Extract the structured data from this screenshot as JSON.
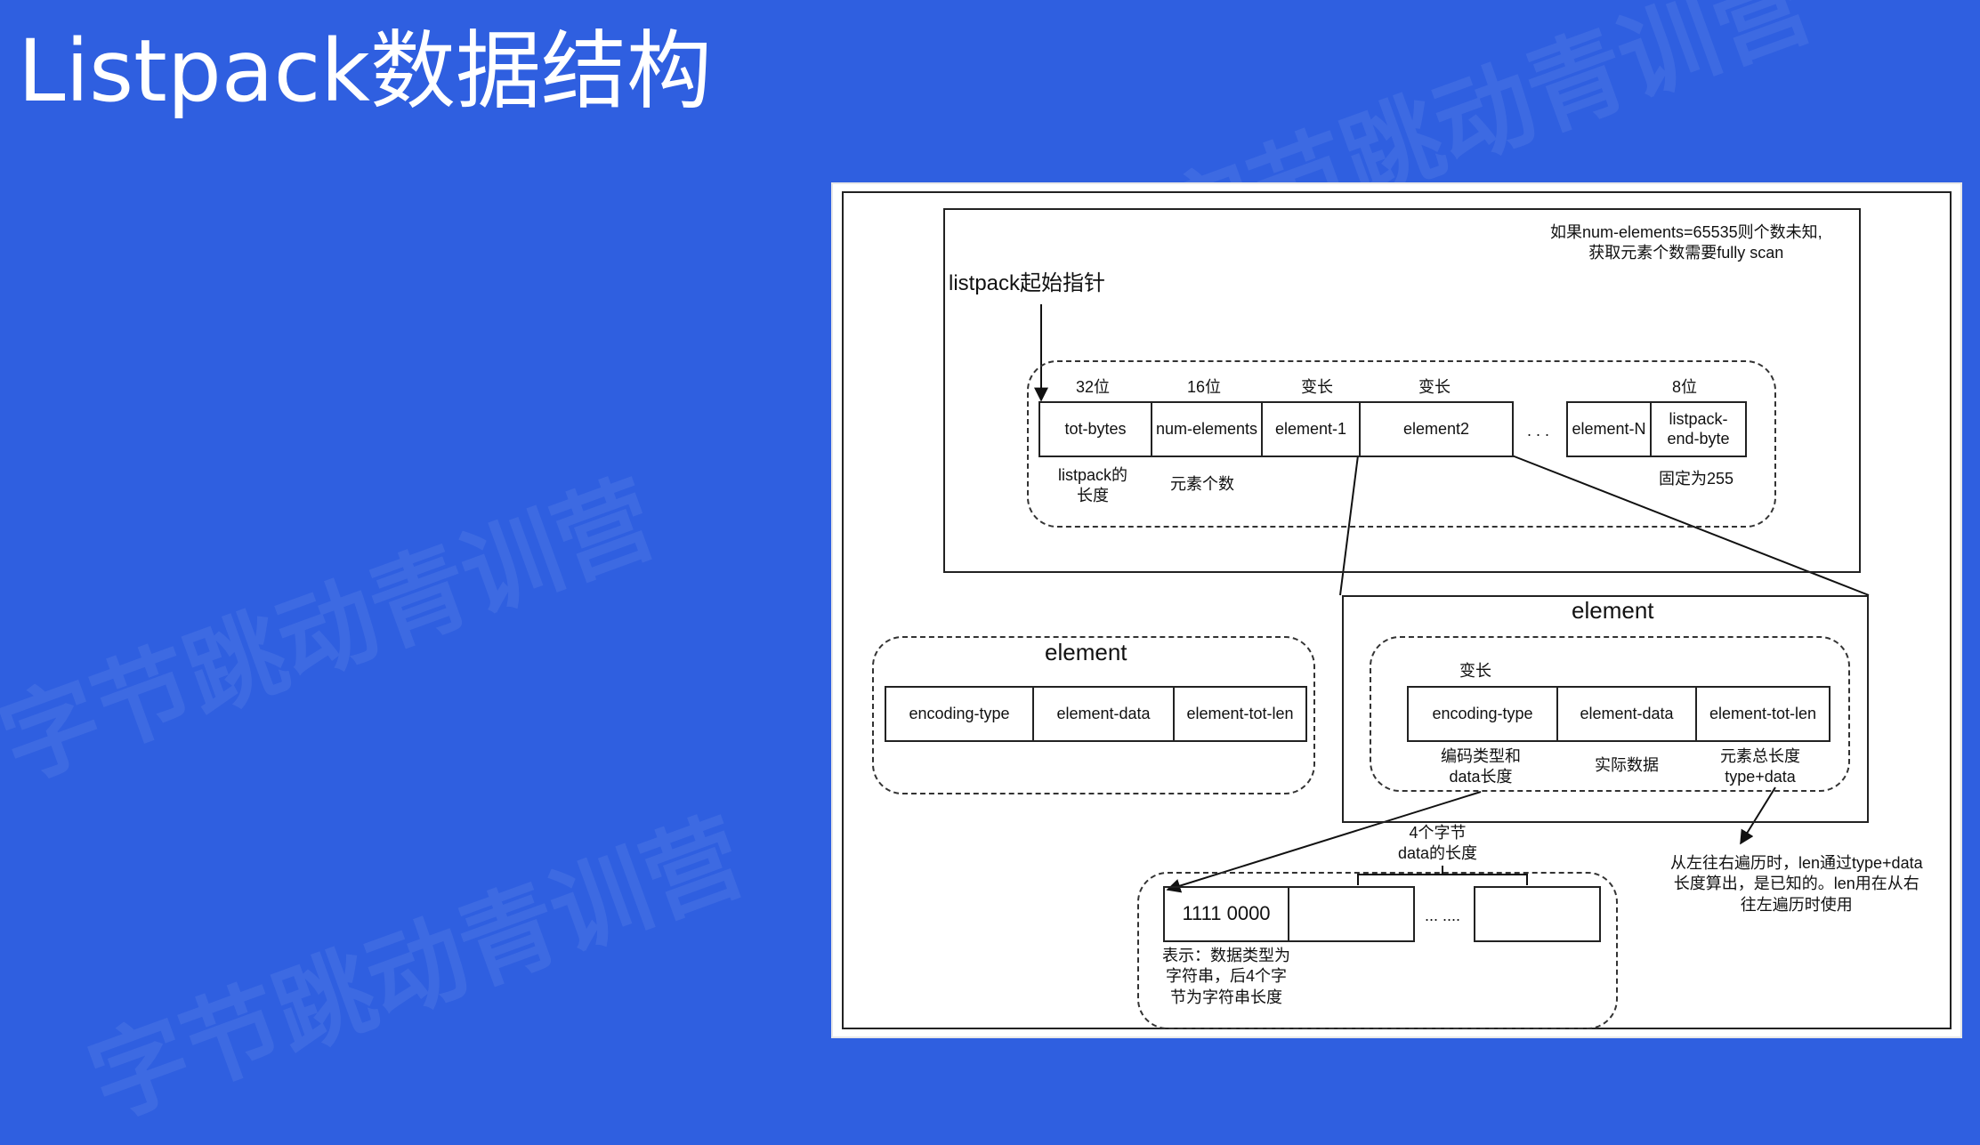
{
  "title": "Listpack数据结构",
  "watermark": "字节跳动青训营",
  "diagram": {
    "note": [
      "如果num-elements=65535则个数未知,",
      "获取元素个数需要fully scan"
    ],
    "pointer_label": "listpack起始指针",
    "top_row": {
      "headers": [
        "32位",
        "16位",
        "变长",
        "变长",
        "8位"
      ],
      "cells": [
        "tot-bytes",
        "num-elements",
        "element-1",
        "element2",
        "element-N",
        "listpack-end-byte"
      ],
      "ellipsis": ". . .",
      "desc_totbytes": [
        "listpack的",
        "长度"
      ],
      "desc_num": "元素个数",
      "desc_end": "固定为255"
    },
    "left_element": {
      "title": "element",
      "cells": [
        "encoding-type",
        "element-data",
        "element-tot-len"
      ]
    },
    "right_element": {
      "title": "element",
      "header": "变长",
      "cells": [
        "encoding-type",
        "element-data",
        "element-tot-len"
      ],
      "desc_encoding": [
        "编码类型和",
        "data长度"
      ],
      "desc_data": "实际数据",
      "desc_totlen": [
        "元素总长度",
        "type+data"
      ]
    },
    "bottom": {
      "bytes_label": [
        "4个字节",
        "data的长度"
      ],
      "first_cell": "1111 0000",
      "ellipsis": "... ....",
      "desc": [
        "表示：数据类型为",
        "字符串，后4个字",
        "节为字符串长度"
      ]
    },
    "right_note": [
      "从左往右遍历时，len通过type+data",
      "长度算出，是已知的。len用在从右",
      "往左遍历时使用"
    ]
  }
}
